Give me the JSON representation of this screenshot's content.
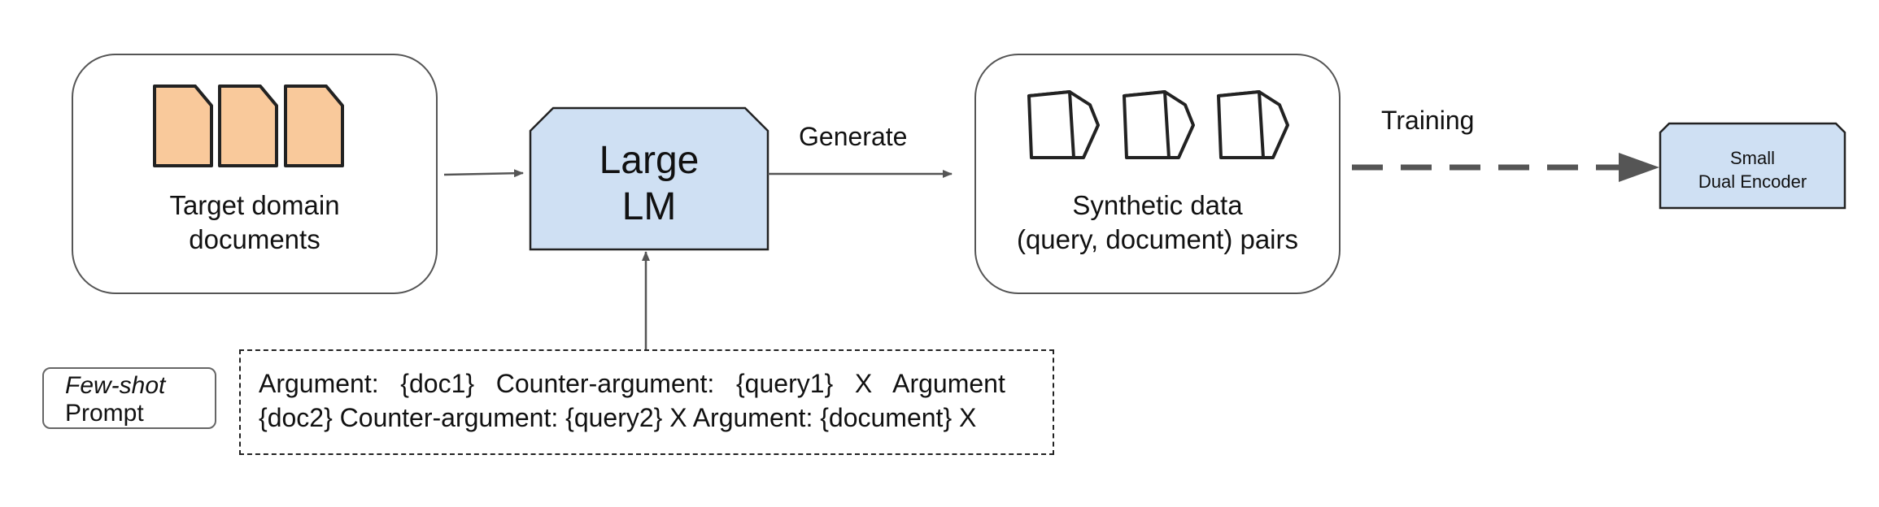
{
  "source": {
    "label_line1": "Target domain",
    "label_line2": "documents"
  },
  "llm": {
    "label_line1": "Large",
    "label_line2": "LM"
  },
  "arrows": {
    "generate_label": "Generate",
    "training_label": "Training"
  },
  "synthetic": {
    "label_line1": "Synthetic data",
    "label_line2": "(query, document) pairs"
  },
  "encoder": {
    "label_line1": "Small",
    "label_line2": "Dual Encoder"
  },
  "prompt": {
    "tag_line1": "Few-shot",
    "tag_line2": "Prompt",
    "line1": "Argument:   {doc1}   Counter-argument:   {query1}   X   Argument",
    "line2": "{doc2} Counter-argument: {query2} X Argument: {document} X"
  },
  "colors": {
    "document_fill": "#f9c99b",
    "model_fill": "#cfe0f3",
    "stroke": "#222222"
  }
}
